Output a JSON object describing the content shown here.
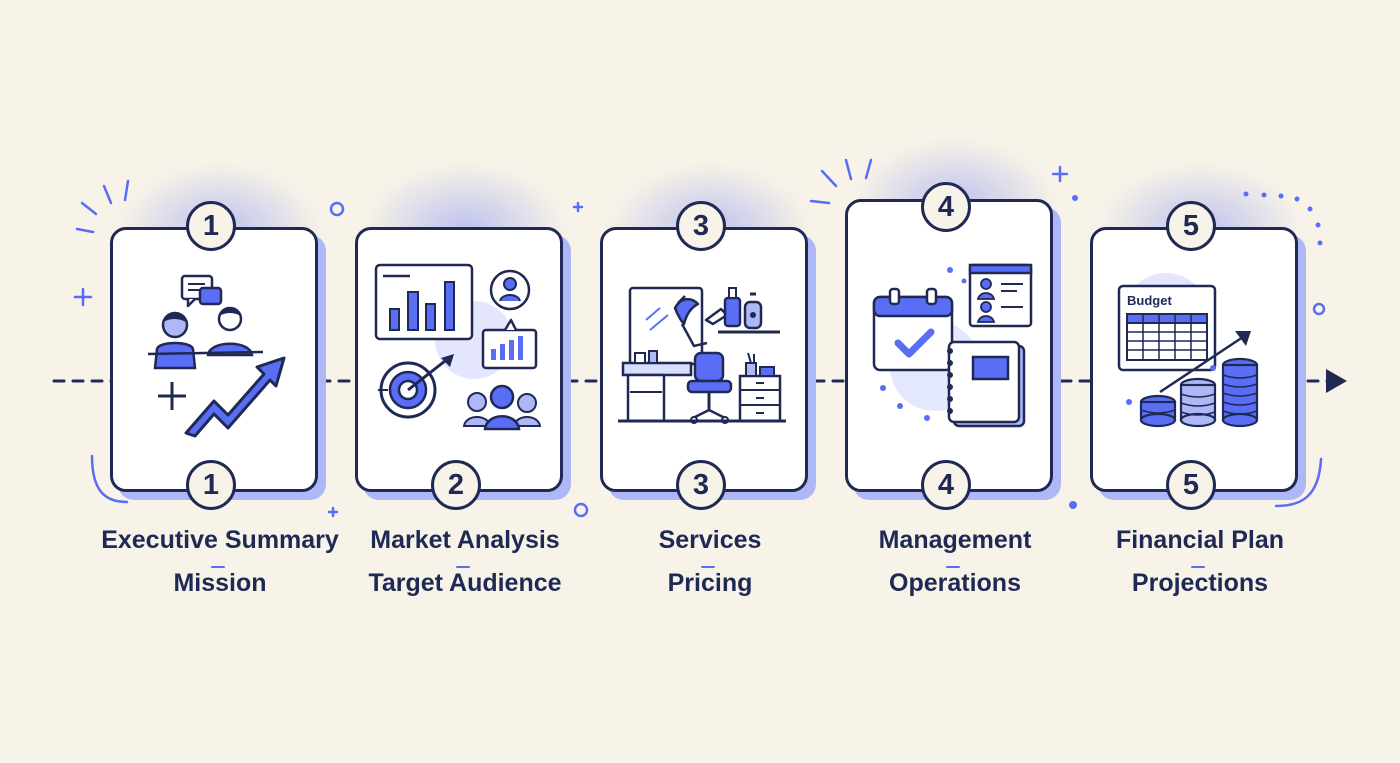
{
  "steps": [
    {
      "number": "1",
      "title": "Executive Summary",
      "subtitle": "Mission",
      "icon": "chat-growth-icon"
    },
    {
      "number": "2",
      "title": "Market Analysis",
      "subtitle": "Target Audience",
      "icon": "market-target-icon"
    },
    {
      "number": "3",
      "title": "Services",
      "subtitle": "Pricing",
      "icon": "salon-services-icon"
    },
    {
      "number": "4",
      "title": "Management",
      "subtitle": "Operations",
      "icon": "calendar-team-icon"
    },
    {
      "number": "5",
      "title": "Financial Plan",
      "subtitle": "Projections",
      "icon": "budget-coins-icon"
    }
  ],
  "budget_label": "Budget",
  "colors": {
    "background": "#f8f3e8",
    "primary": "#1f2954",
    "accent": "#5a6ef5",
    "accent_soft": "#aeb8f7",
    "glow": "#6a7bf6"
  }
}
